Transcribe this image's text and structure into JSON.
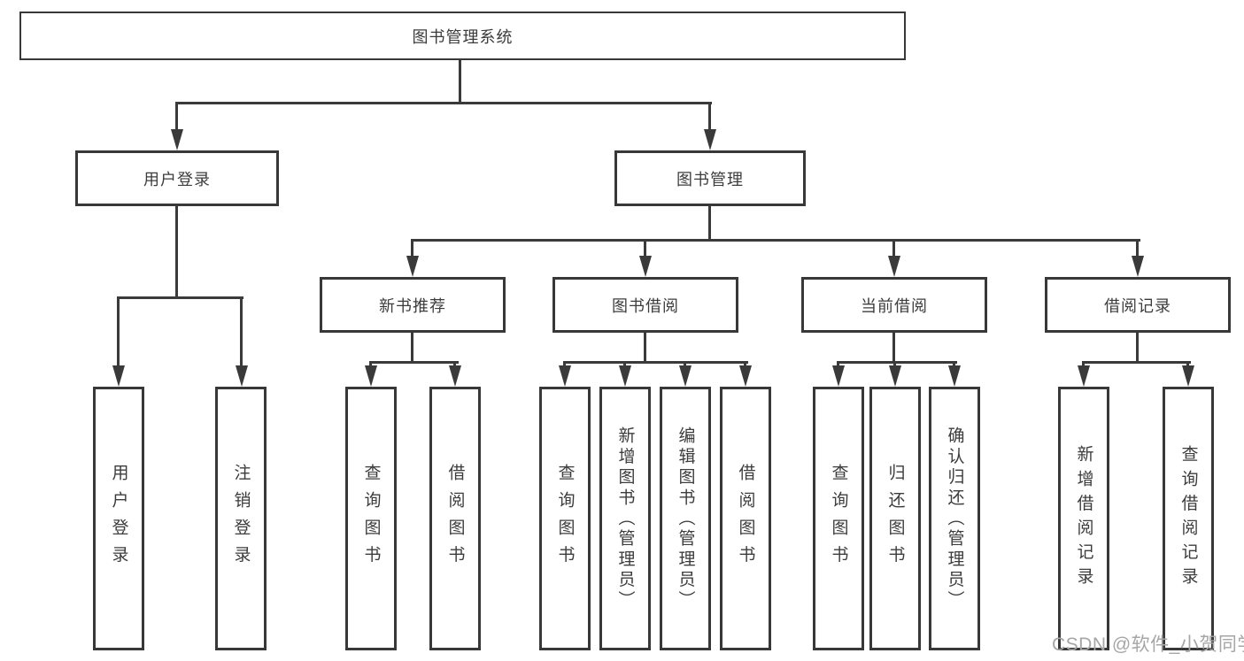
{
  "diagram": {
    "title": "图书管理系统",
    "nodes": {
      "root": "图书管理系统",
      "user_login": "用户登录",
      "book_mgmt": "图书管理",
      "new_book_rec": "新书推荐",
      "book_borrow": "图书借阅",
      "current_borrow": "当前借阅",
      "borrow_record": "借阅记录",
      "leaf_user_login": "用户登录",
      "leaf_logout": "注销登录",
      "leaf_nbr_query": "查询图书",
      "leaf_nbr_borrow": "借阅图书",
      "leaf_bb_query": "查询图书",
      "leaf_bb_add": "新增图书（管理员）",
      "leaf_bb_edit": "编辑图书（管理员）",
      "leaf_bb_borrow": "借阅图书",
      "leaf_cb_query": "查询图书",
      "leaf_cb_return": "归还图书",
      "leaf_cb_confirm": "确认归还（管理员）",
      "leaf_br_add": "新增借阅记录",
      "leaf_br_query": "查询借阅记录"
    },
    "colors": {
      "line": "#3a3a3a",
      "text": "#3c3c3c",
      "box_background": "#ffffff"
    }
  },
  "watermark": "CSDN @软件_小贺同学"
}
